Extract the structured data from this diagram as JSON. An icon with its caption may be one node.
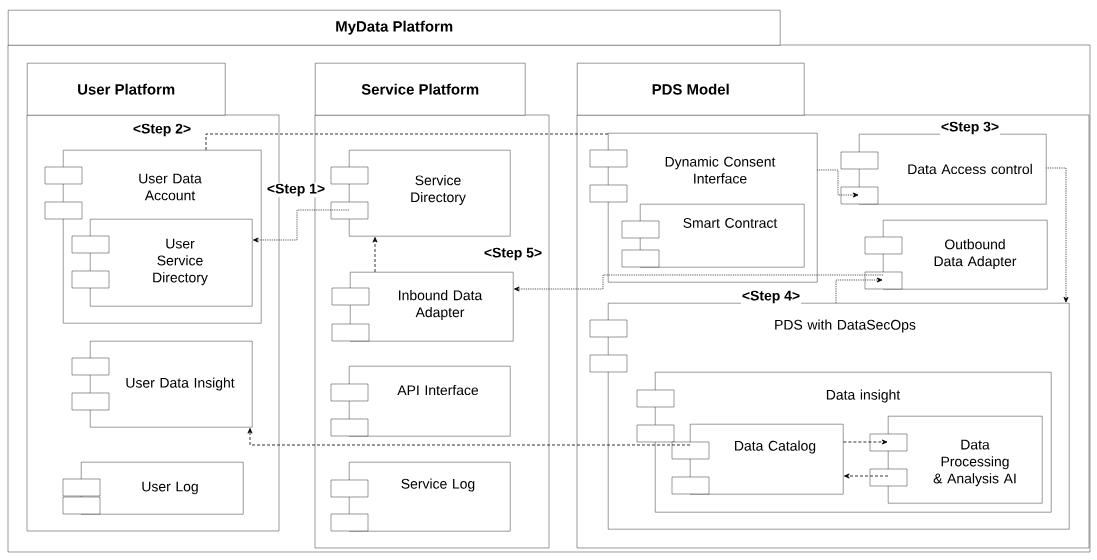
{
  "diagram": {
    "nodes": [
      {
        "text": [
          "MyData Platform"
        ]
      },
      {
        "text": [
          "User Platform"
        ],
        "in": 0
      },
      {
        "text": [
          "User Data Account"
        ],
        "in": 1
      },
      {
        "text": [
          "User Service Directory"
        ],
        "in": 2
      },
      {
        "text": [
          "User Data Insight"
        ],
        "in": 1
      },
      {
        "text": [
          "User Log"
        ],
        "in": 1
      },
      {
        "text": [
          "Service Platform"
        ],
        "in": 0
      },
      {
        "text": [
          "Service Directory"
        ],
        "in": 6
      },
      {
        "text": [
          "Inbound Data Adapter"
        ],
        "in": 6
      },
      {
        "text": [
          "API Interface"
        ],
        "in": 6
      },
      {
        "text": [
          "Service Log"
        ],
        "in": 6
      },
      {
        "text": [
          "PDS Model"
        ],
        "in": 0
      },
      {
        "text": [
          "Dynamic Consent Interface"
        ],
        "in": 11
      },
      {
        "text": [
          "Smart Contract"
        ],
        "in": 12
      },
      {
        "text": [
          "Data Access control"
        ],
        "in": 11
      },
      {
        "text": [
          "Outbound Data Adapter"
        ],
        "in": 11
      },
      {
        "text": [
          "PDS with DataSecOps"
        ],
        "in": 11
      },
      {
        "text": [
          "Data insight"
        ],
        "in": 16
      },
      {
        "text": [
          "Data Catalog"
        ],
        "in": 17
      },
      {
        "text": [
          "Data Processing & Analysis AI"
        ],
        "in": 17
      }
    ],
    "edges": [
      {
        "from": 7,
        "to": 3,
        "arrow": "to",
        "label": "<Step 1>"
      },
      {
        "from": 2,
        "to": 12,
        "arrow": "none",
        "label": "<Step 2>",
        "style": "dashed"
      },
      {
        "from": 12,
        "to": 14,
        "arrow": "to"
      },
      {
        "from": 14,
        "to": 16,
        "arrow": "to",
        "label": "<Step 3>"
      },
      {
        "from": 16,
        "to": 15,
        "arrow": "to",
        "label": "<Step 4>"
      },
      {
        "from": 15,
        "to": 8,
        "arrow": "to",
        "label": "<Step 5>"
      },
      {
        "from": 8,
        "to": 7,
        "arrow": "to",
        "style": "dashed"
      },
      {
        "from": 18,
        "to": 4,
        "arrow": "to",
        "style": "dashed"
      },
      {
        "from": 18,
        "to": 19,
        "arrow": "to",
        "style": "dashed"
      },
      {
        "from": 19,
        "to": 18,
        "arrow": "to",
        "style": "dashed"
      }
    ]
  }
}
